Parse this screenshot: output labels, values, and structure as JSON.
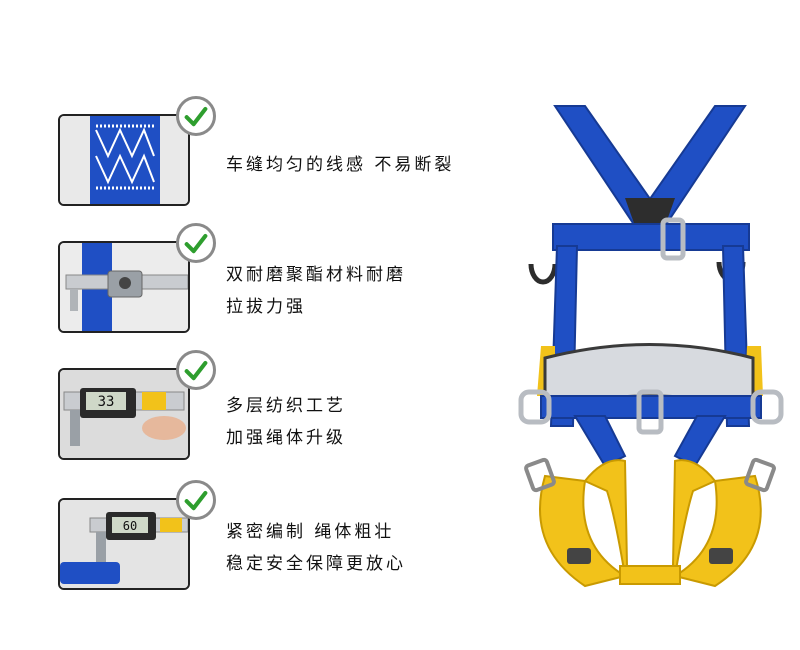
{
  "features": [
    {
      "lines": [
        "车缝均匀的线感  不易断裂"
      ],
      "icon": "check-icon",
      "photo": "stitched-webbing-photo"
    },
    {
      "lines": [
        "双耐磨聚酯材料耐磨",
        "拉拔力强"
      ],
      "icon": "check-icon",
      "photo": "caliper-on-strap-photo"
    },
    {
      "lines": [
        "多层纺织工艺",
        "加强绳体升级"
      ],
      "icon": "check-icon",
      "photo": "digital-caliper-photo"
    },
    {
      "lines": [
        "紧密编制  绳体粗壮",
        "稳定安全保障更放心"
      ],
      "icon": "check-icon",
      "photo": "caliper-on-rope-photo"
    }
  ],
  "caliper_readings": [
    "33",
    "60"
  ],
  "colors": {
    "check": "#2e9e2e",
    "strap_blue": "#1f4fc4",
    "strap_yellow": "#f2c21a",
    "metal": "#b8bcc2"
  }
}
